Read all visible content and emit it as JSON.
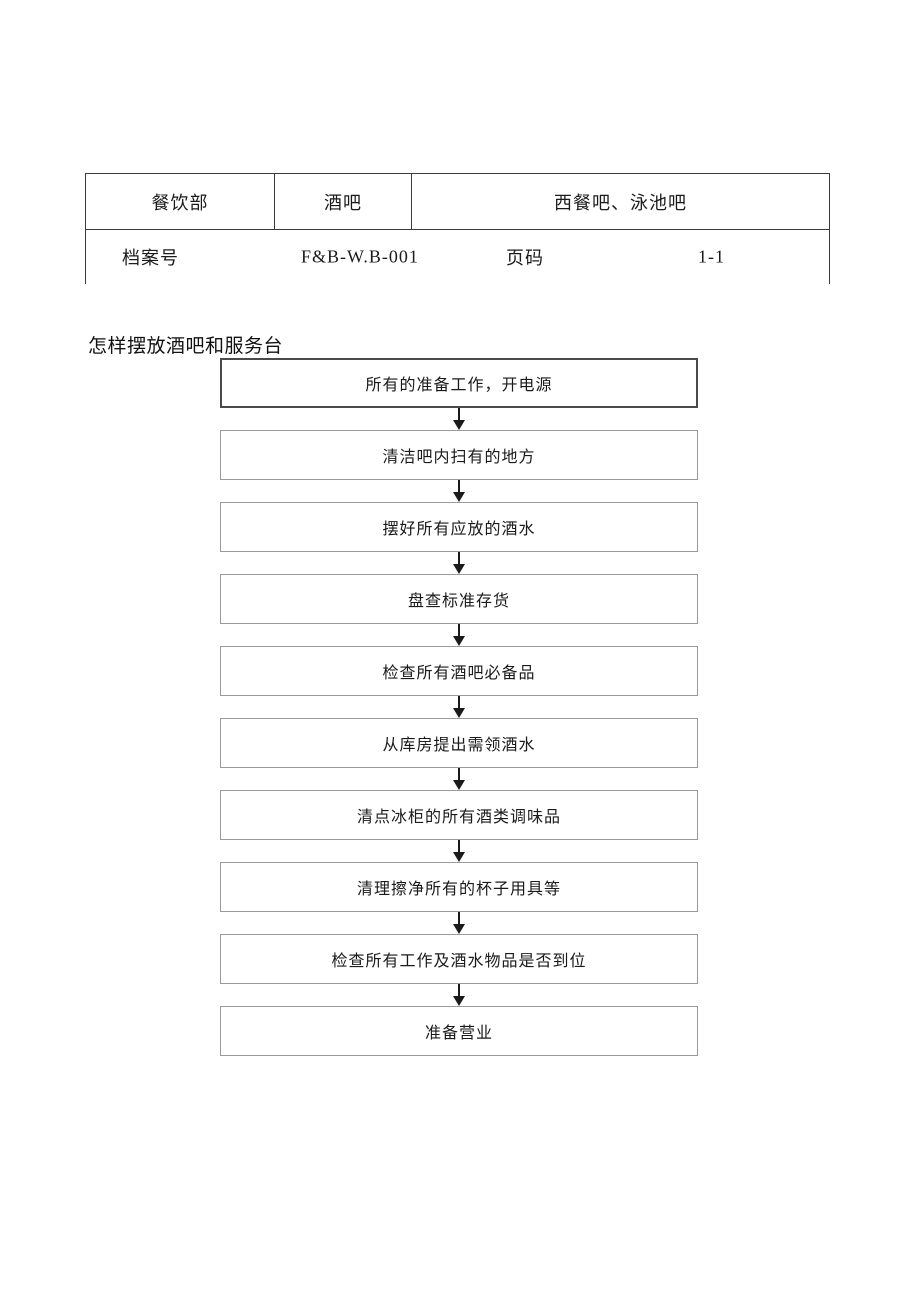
{
  "document": {
    "title": "怎样摆放酒吧和服务台"
  },
  "header_table": {
    "row1": {
      "department": "餐饮部",
      "outlet": "酒吧",
      "locations": "西餐吧、泳池吧"
    },
    "row2": {
      "file_no_label": "档案号",
      "file_no_value": "F&B-W.B-001",
      "page_label": "页码",
      "page_value": "1-1"
    }
  },
  "flowchart": {
    "type": "flowchart",
    "orientation": "vertical",
    "connector": "down-arrow",
    "steps": [
      {
        "index": 1,
        "label": "所有的准备工作，开电源",
        "emphasis": "bold-border"
      },
      {
        "index": 2,
        "label": "清洁吧内扫有的地方",
        "emphasis": "normal"
      },
      {
        "index": 3,
        "label": "摆好所有应放的酒水",
        "emphasis": "normal"
      },
      {
        "index": 4,
        "label": "盘查标准存货",
        "emphasis": "normal"
      },
      {
        "index": 5,
        "label": "检查所有酒吧必备品",
        "emphasis": "normal"
      },
      {
        "index": 6,
        "label": "从库房提出需领酒水",
        "emphasis": "normal"
      },
      {
        "index": 7,
        "label": "清点冰柜的所有酒类调味品",
        "emphasis": "normal"
      },
      {
        "index": 8,
        "label": "清理擦净所有的杯子用具等",
        "emphasis": "normal"
      },
      {
        "index": 9,
        "label": "检查所有工作及酒水物品是否到位",
        "emphasis": "normal"
      },
      {
        "index": 10,
        "label": "准备营业",
        "emphasis": "normal"
      }
    ]
  },
  "colors": {
    "page_background": "#ffffff",
    "text": "#1a1a1a",
    "table_border": "#3a3a3a",
    "box_border": "#9a9a9a",
    "box_border_emphasis": "#4a4a4a",
    "arrow": "#1a1a1a"
  }
}
